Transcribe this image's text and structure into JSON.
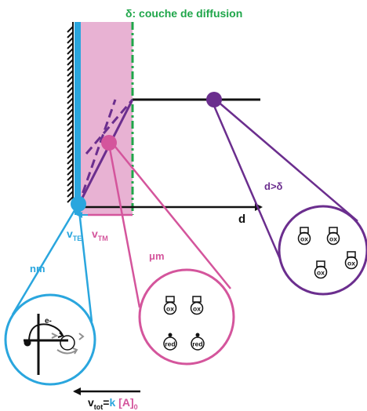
{
  "title": {
    "delta_symbol": "δ",
    "text": ": couche de diffusion"
  },
  "axis": {
    "d_label": "d"
  },
  "speeds": {
    "v_te_base": "v",
    "v_te_sub": "TE",
    "v_tm_base": "v",
    "v_tm_sub": "TM"
  },
  "scales": {
    "nm": "nm",
    "um": "μm",
    "d_gt_delta": "d>δ"
  },
  "species": {
    "ox": "ox",
    "red": "red",
    "electron": "e-"
  },
  "formula": {
    "v": "v",
    "tot_sub": "tot",
    "eq": "=",
    "k": "k",
    "conc": " [A]",
    "zero_sub": "0"
  },
  "colors": {
    "green": "#1fa64a",
    "cyan": "#2aa6de",
    "pink": "#d4559c",
    "pink_fill": "#e8b2d3",
    "purple": "#6b2e8e",
    "black": "#111111",
    "gray": "#909090"
  }
}
